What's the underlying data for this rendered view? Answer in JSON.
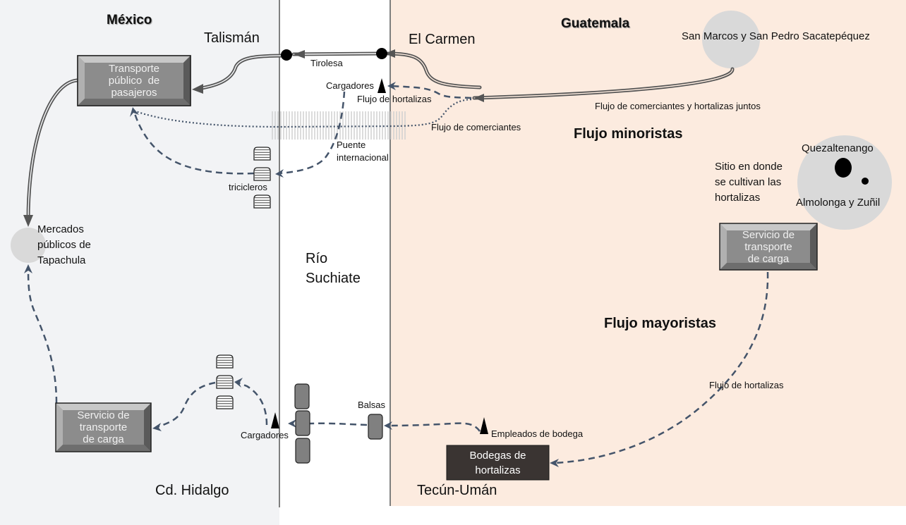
{
  "regions": {
    "mexico": {
      "title": "México",
      "color": "#f2f3f5"
    },
    "river": {
      "title": "Río Suchiate",
      "line1": "Río",
      "line2": "Suchiate",
      "color": "#ffffff"
    },
    "guatemala": {
      "title": "Guatemala",
      "color": "#fcebdf"
    }
  },
  "places": {
    "talisman": "Talismán",
    "el_carmen": "El Carmen",
    "cd_hidalgo": "Cd. Hidalgo",
    "tecun_uman": "Tecún-Umán",
    "san_marcos": "San Marcos y San Pedro Sacatepéquez",
    "quetzaltenango": "Quezaltenango",
    "almolonga": "Almolonga y Zuñil",
    "mercados": {
      "line1": "Mercados",
      "line2": "públicos de",
      "line3": "Tapachula"
    },
    "cultivo": {
      "line1": "Sitio en donde",
      "line2": "se cultivan las",
      "line3": "hortalizas"
    }
  },
  "boxes": {
    "transporte_pasajeros": {
      "line1": "Transporte",
      "line2": "público  de",
      "line3": "pasajeros"
    },
    "carga_gt": {
      "line1": "Servicio de",
      "line2": "transporte",
      "line3": "de carga"
    },
    "carga_mx": {
      "line1": "Servicio de",
      "line2": "transporte",
      "line3": "de carga"
    },
    "bodegas": {
      "line1": "Bodegas de",
      "line2": "hortalizas"
    }
  },
  "sections": {
    "minoristas": "Flujo minoristas",
    "mayoristas": "Flujo mayoristas"
  },
  "labels": {
    "tirolesa": "Tirolesa",
    "cargadores_top": "Cargadores",
    "flujo_hortalizas_top": "Flujo de hortalizas",
    "flujo_comerciantes": "Flujo de comerciantes",
    "flujo_juntos": "Flujo de comerciantes y hortalizas juntos",
    "puente": {
      "line1": "Puente",
      "line2": "internacional"
    },
    "tricicleros": "tricicleros",
    "balsas": "Balsas",
    "cargadores_bottom": "Cargadores",
    "empleados": "Empleados de bodega",
    "flujo_hortalizas_mayor": "Flujo de hortalizas"
  },
  "colors": {
    "line_solid": "#555555",
    "line_dashed": "#44546a",
    "circle": "#d9d9d9",
    "box_face": "#8c8c8c",
    "bodega": "#3a3432",
    "raft": "#808080"
  }
}
